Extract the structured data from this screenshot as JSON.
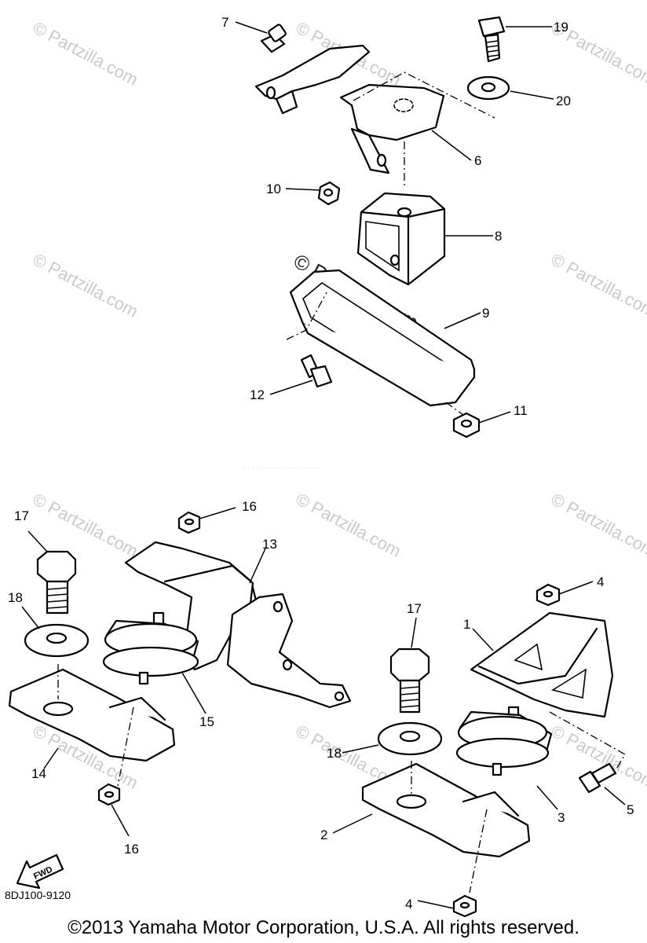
{
  "watermark": "Partzilla.com",
  "watermark_symbol": "©",
  "diagram_code": "8DJ100-9120",
  "fwd_label": "FWD",
  "copyright": "©2013  Yamaha Motor Corporation, U.S.A. All rights reserved.",
  "callouts": {
    "c1": "1",
    "c2": "2",
    "c3": "3",
    "c4a": "4",
    "c4b": "4",
    "c5": "5",
    "c6": "6",
    "c7": "7",
    "c8": "8",
    "c9": "9",
    "c10": "10",
    "c11": "11",
    "c12": "12",
    "c13": "13",
    "c14": "14",
    "c15": "15",
    "c16a": "16",
    "c16b": "16",
    "c17a": "17",
    "c17b": "17",
    "c18a": "18",
    "c18b": "18",
    "c19": "19",
    "c20": "20"
  }
}
